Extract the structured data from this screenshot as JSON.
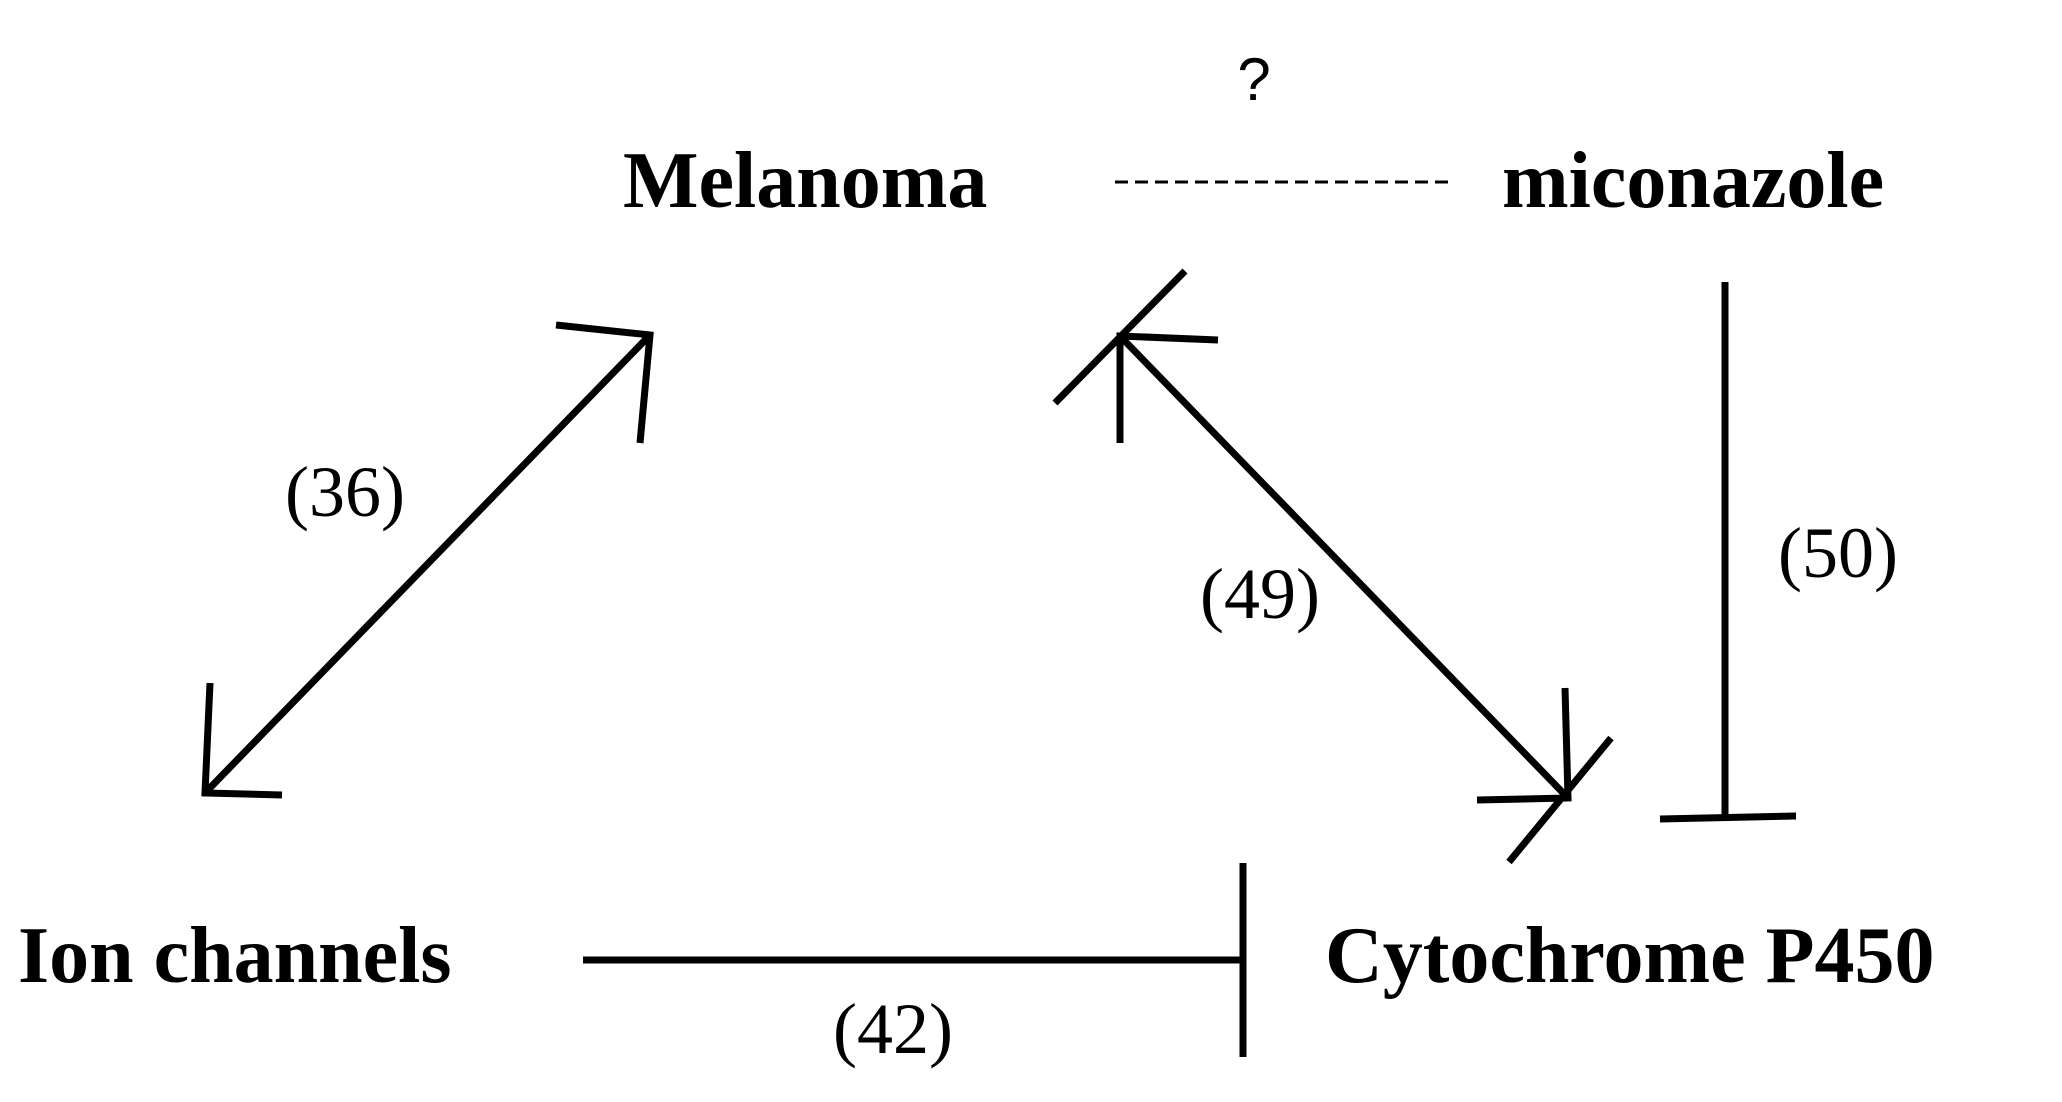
{
  "nodes": {
    "melanoma": "Melanoma",
    "miconazole": "miconazole",
    "ion_channels": "Ion channels",
    "cytochrome": "Cytochrome P450"
  },
  "edges": {
    "melanoma_miconazole": {
      "label": "?",
      "style": "dashed",
      "relation": "unknown"
    },
    "ion_melanoma": {
      "label": "(36)",
      "style": "solid",
      "relation": "bidirectional-arrow"
    },
    "melanoma_cytochrome": {
      "label": "(49)",
      "style": "solid",
      "relation": "bidirectional-arrow-with-inhibition"
    },
    "miconazole_cytochrome": {
      "label": "(50)",
      "style": "solid",
      "relation": "inhibition"
    },
    "ion_cytochrome": {
      "label": "(42)",
      "style": "solid",
      "relation": "inhibition"
    }
  },
  "colors": {
    "ink": "#000000",
    "background": "#ffffff"
  }
}
